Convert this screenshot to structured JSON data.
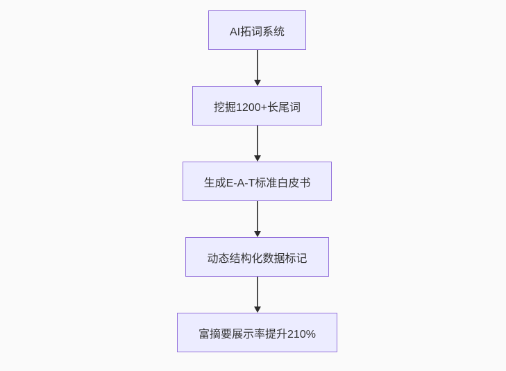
{
  "canvas": {
    "background": "#fafafa"
  },
  "flowchart": {
    "type": "flowchart-vertical-top-down",
    "style": {
      "node_fill": "#ECECFF",
      "node_border": "#9370DB",
      "edge_line_color": "#4d4d4d",
      "edge_head_color": "#2b2b2b",
      "text_color": "#333333"
    },
    "nodes": [
      {
        "id": "n1",
        "label": "AI拓词系统"
      },
      {
        "id": "n2",
        "label": "挖掘1200+长尾词"
      },
      {
        "id": "n3",
        "label": "生成E-A-T标准白皮书"
      },
      {
        "id": "n4",
        "label": "动态结构化数据标记"
      },
      {
        "id": "n5",
        "label": "富摘要展示率提升210%"
      }
    ],
    "edges": [
      {
        "from": "n1",
        "to": "n2"
      },
      {
        "from": "n2",
        "to": "n3"
      },
      {
        "from": "n3",
        "to": "n4"
      },
      {
        "from": "n4",
        "to": "n5"
      }
    ]
  }
}
